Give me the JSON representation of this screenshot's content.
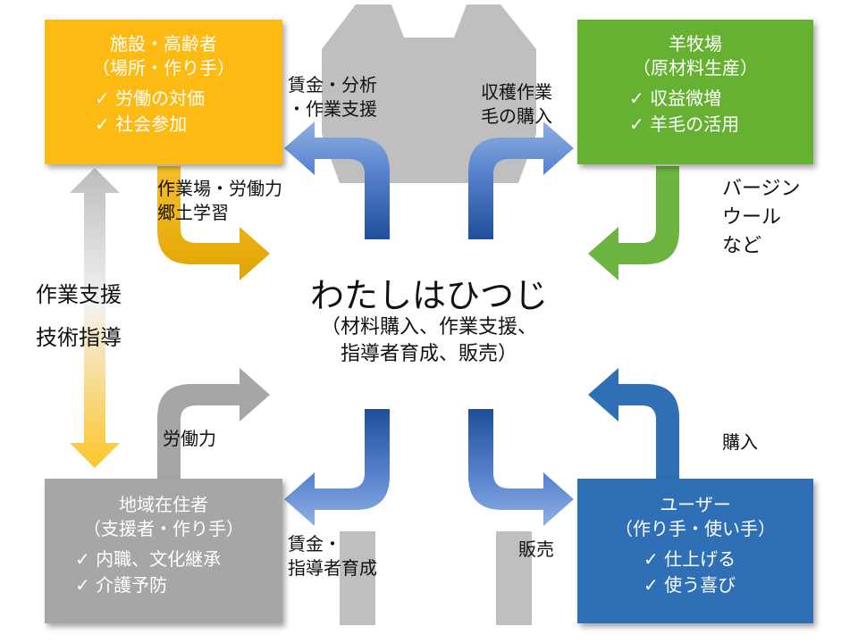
{
  "boxes": {
    "facility": {
      "line1": "施設・高齢者",
      "line2": "（場所・作り手）",
      "items": [
        "労働の対価",
        "社会参加"
      ],
      "color": "#FDB913"
    },
    "ranch": {
      "line1": "羊牧場",
      "line2": "（原材料生産）",
      "items": [
        "収益微増",
        "羊毛の活用"
      ],
      "color": "#66B032"
    },
    "residents": {
      "line1": "地域在住者",
      "line2": "（支援者・作り手）",
      "items": [
        "内職、文化継承",
        "介護予防"
      ],
      "color": "#A6A6A6"
    },
    "users": {
      "line1": "ユーザー",
      "line2": "（作り手・使い手）",
      "items": [
        "仕上げる",
        "使う喜び"
      ],
      "color": "#2E75B6"
    }
  },
  "center": {
    "title": "わたしはひつじ",
    "sub1": "（材料購入、作業支援、",
    "sub2": "指導者育成、販売）"
  },
  "labels": {
    "wage_analysis_1": "賃金・分析",
    "wage_analysis_2": "・作業支援",
    "harvest_1": "収穫作業",
    "harvest_2": "毛の購入",
    "workplace_1": "作業場・労働力",
    "workplace_2": "郷土学習",
    "virgin_1": "バージン",
    "virgin_2": "ウール",
    "virgin_3": "など",
    "support_1": "作業支援",
    "support_2": "技術指導",
    "labor": "労働力",
    "purchase": "購入",
    "wage_train_1": "賃金・",
    "wage_train_2": "指導者育成",
    "sales": "販売"
  }
}
